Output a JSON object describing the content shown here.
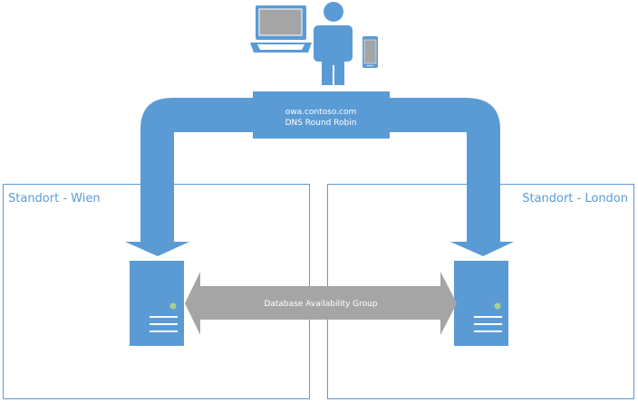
{
  "diagram": {
    "title": "Exchange DAG across two sites with DNS Round Robin",
    "colors": {
      "primary_blue": "#5b9bd5",
      "site_border": "#5b9bd5",
      "dag_arrow": "#a5a5a5",
      "screen_grey": "#a5a5a5",
      "status_led": "#a9d18e",
      "white": "#ffffff"
    },
    "clients": {
      "devices": [
        {
          "name": "laptop",
          "icon": "laptop-icon"
        },
        {
          "name": "user",
          "icon": "person-icon"
        },
        {
          "name": "smartphone",
          "icon": "smartphone-icon"
        }
      ]
    },
    "dns": {
      "line1": "owa.contoso.com",
      "line2": "DNS Round Robin"
    },
    "sites": [
      {
        "label": "Standort - Wien",
        "server_icon": "server-icon"
      },
      {
        "label": "Standort - London",
        "server_icon": "server-icon"
      }
    ],
    "dag": {
      "label": "Database Availability Group"
    }
  }
}
